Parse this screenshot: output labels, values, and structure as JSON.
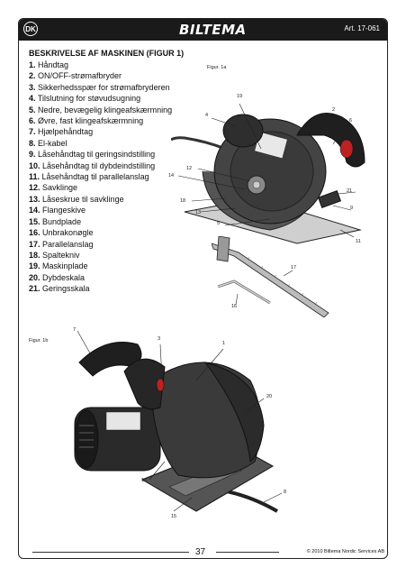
{
  "header": {
    "language_badge": "DK",
    "brand": "BILTEMA",
    "article": "Art. 17-061"
  },
  "section_title": "BESKRIVELSE AF MASKINEN (FIGUR 1)",
  "parts": [
    {
      "num": "1.",
      "label": "Håndtag"
    },
    {
      "num": "2.",
      "label": "ON/OFF-strømafbryder"
    },
    {
      "num": "3.",
      "label": "Sikkerhedsspær for strømafbryderen"
    },
    {
      "num": "4.",
      "label": "Tilslutning for støvudsugning"
    },
    {
      "num": "5.",
      "label": "Nedre, bevægelig klingeafskærmning"
    },
    {
      "num": "6.",
      "label": "Øvre, fast klingeafskærmning"
    },
    {
      "num": "7.",
      "label": "Hjælpehåndtag"
    },
    {
      "num": "8.",
      "label": "El-kabel"
    },
    {
      "num": "9.",
      "label": "Låsehåndtag til geringsindstilling"
    },
    {
      "num": "10.",
      "label": "Låsehåndtag til dybdeindstilling"
    },
    {
      "num": "11.",
      "label": "Låsehåndtag til parallelanslag"
    },
    {
      "num": "12.",
      "label": "Savklinge"
    },
    {
      "num": "13.",
      "label": "Låseskrue til savklinge"
    },
    {
      "num": "14.",
      "label": "Flangeskive"
    },
    {
      "num": "15.",
      "label": "Bundplade"
    },
    {
      "num": "16.",
      "label": "Unbrakonøgle"
    },
    {
      "num": "17.",
      "label": "Parallelanslag"
    },
    {
      "num": "18.",
      "label": "Spaltekniv"
    },
    {
      "num": "19.",
      "label": "Maskinplade"
    },
    {
      "num": "20.",
      "label": "Dybdeskala"
    },
    {
      "num": "21.",
      "label": "Geringsskala"
    }
  ],
  "figure_1a": {
    "label": "Figur. 1a",
    "callouts": [
      "19",
      "4",
      "2",
      "6",
      "12",
      "14",
      "18",
      "13",
      "5",
      "21",
      "9",
      "11",
      "17",
      "16"
    ]
  },
  "figure_1b": {
    "label": "Figur. 1b",
    "callouts": [
      "7",
      "3",
      "1",
      "20",
      "10",
      "8",
      "15"
    ]
  },
  "footer": {
    "page": "37",
    "copyright": "© 2010 Biltema Nordic Services AB"
  }
}
